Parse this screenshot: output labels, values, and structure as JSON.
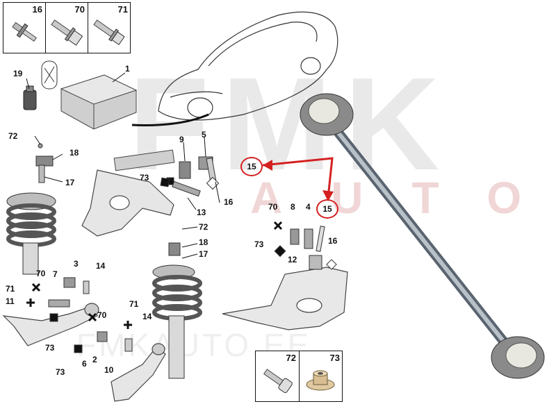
{
  "watermark": {
    "brand": "FMK",
    "brand_sub": "AUTO",
    "site": "FMKAUTO.EE"
  },
  "fasteners_box": {
    "items": [
      {
        "number": "16",
        "icon": "push-rivet-icon"
      },
      {
        "number": "70",
        "icon": "flange-bolt-icon"
      },
      {
        "number": "71",
        "icon": "hex-bolt-icon"
      }
    ]
  },
  "bottom_box": {
    "items": [
      {
        "number": "72",
        "icon": "allen-bolt-icon"
      },
      {
        "number": "73",
        "icon": "flange-nut-icon"
      }
    ]
  },
  "callouts": {
    "upper_link": "15",
    "lower_link": "15"
  },
  "part_labels": {
    "p1": "1",
    "p19": "19",
    "p72a": "72",
    "p18a": "18",
    "p17a": "17",
    "p9": "9",
    "p5": "5",
    "p73a": "73",
    "p13": "13",
    "p16a": "16",
    "p70a": "70",
    "p7": "7",
    "p3": "3",
    "p14a": "14",
    "p71a": "71",
    "p11": "11",
    "p73b": "73",
    "p72b": "72",
    "p18b": "18",
    "p17b": "17",
    "p70b": "70",
    "p71b": "71",
    "p14b": "14",
    "p6": "6",
    "p2": "2",
    "p10": "10",
    "p73c": "73",
    "p70c": "70",
    "p8": "8",
    "p4": "4",
    "p73d": "73",
    "p12": "12",
    "p16b": "16"
  },
  "colors": {
    "accent": "#d42020",
    "watermark": "#e9e9e9",
    "line": "#111111"
  }
}
